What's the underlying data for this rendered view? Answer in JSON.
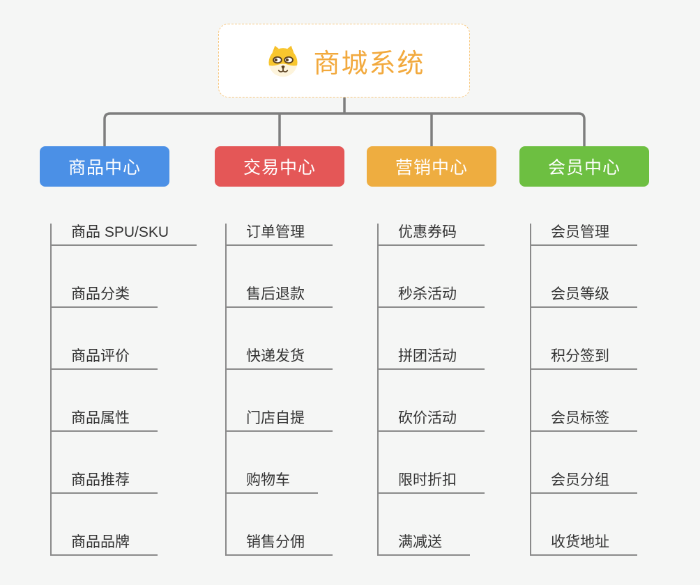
{
  "page": {
    "background_color": "#F5F6F5"
  },
  "root": {
    "title": "商城系统",
    "icon": "dog-face-icon",
    "text_color": "#F2A93D",
    "border_color": "#F7C77E",
    "background_color": "#FFFFFF"
  },
  "connectors": {
    "color": "#7E7E7E",
    "child_line_color": "#8A8A8A"
  },
  "branches": [
    {
      "label": "商品中心",
      "color": "#4B90E6",
      "children": [
        "商品 SPU/SKU",
        "商品分类",
        "商品评价",
        "商品属性",
        "商品推荐",
        "商品品牌"
      ]
    },
    {
      "label": "交易中心",
      "color": "#E45757",
      "children": [
        "订单管理",
        "售后退款",
        "快递发货",
        "门店自提",
        "购物车",
        "销售分佣"
      ]
    },
    {
      "label": "营销中心",
      "color": "#EEAD40",
      "children": [
        "优惠券码",
        "秒杀活动",
        "拼团活动",
        "砍价活动",
        "限时折扣",
        "满减送"
      ]
    },
    {
      "label": "会员中心",
      "color": "#6DBF41",
      "children": [
        "会员管理",
        "会员等级",
        "积分签到",
        "会员标签",
        "会员分组",
        "收货地址"
      ]
    }
  ]
}
